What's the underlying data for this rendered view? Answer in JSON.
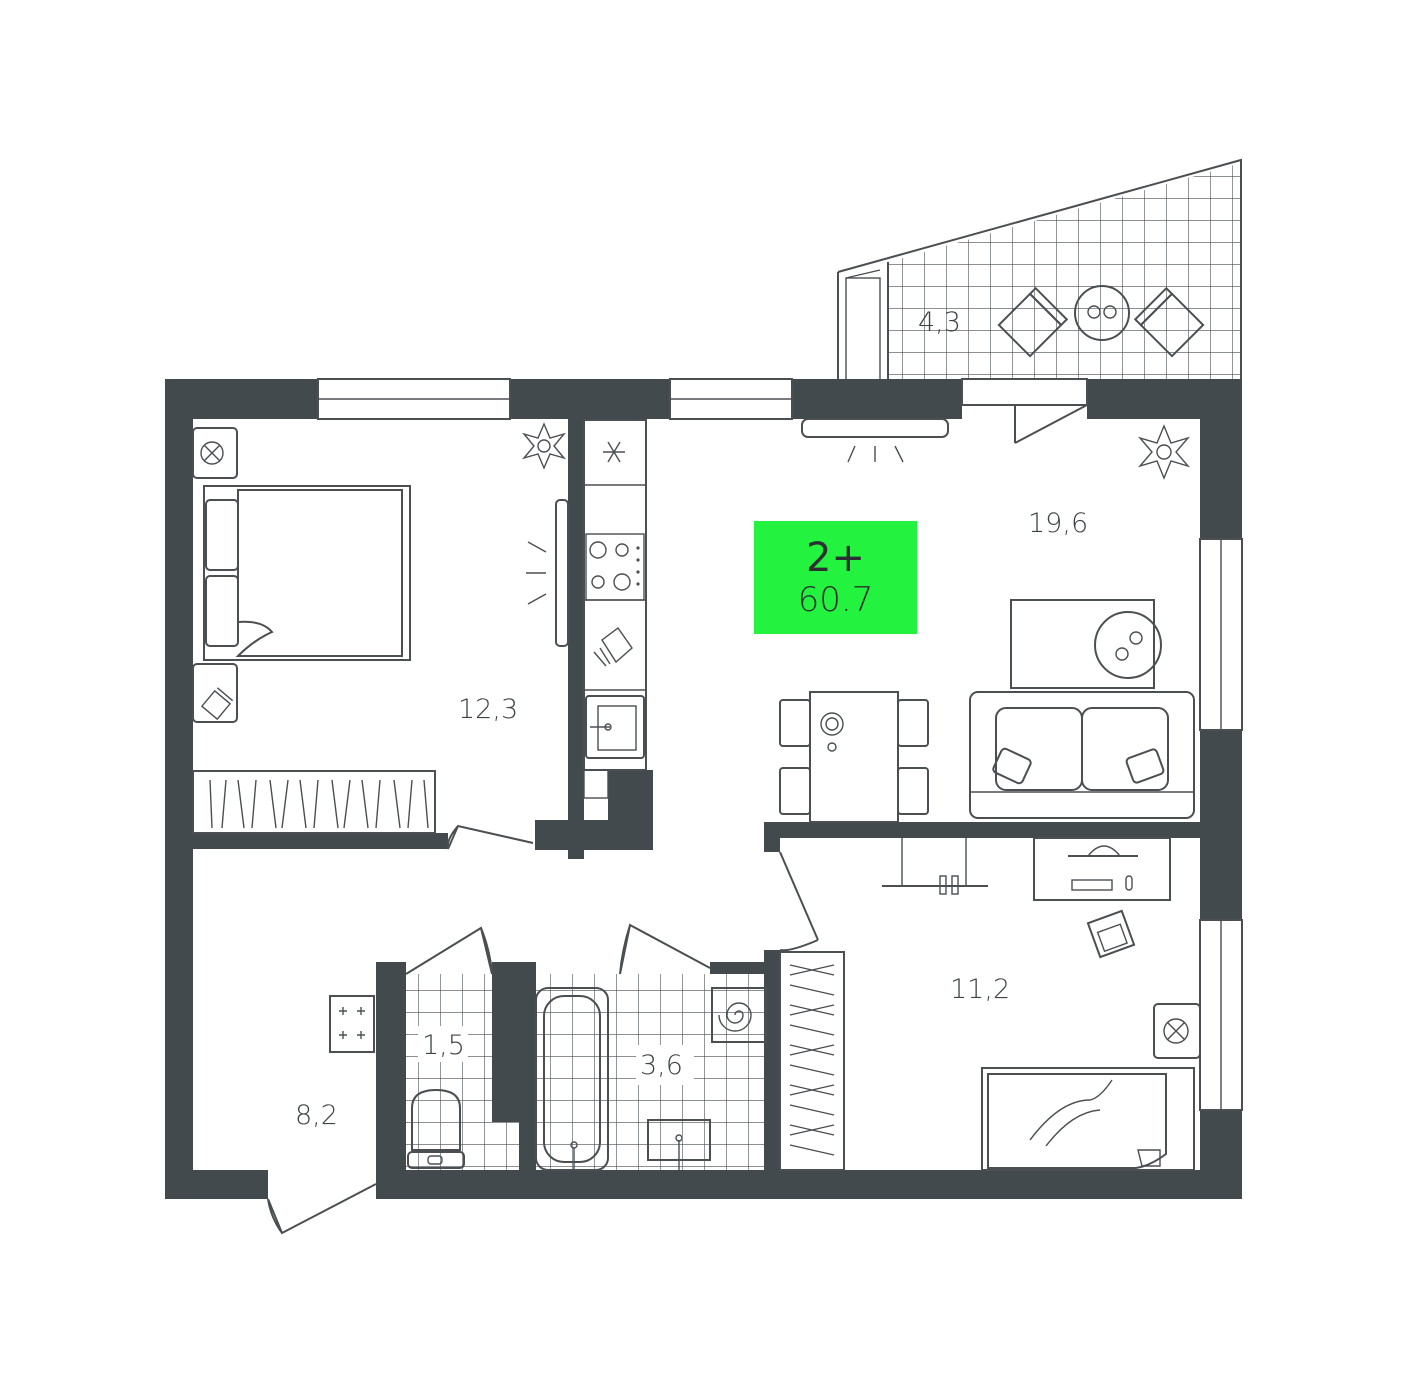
{
  "apartment": {
    "rooms": "2+",
    "area": "60.7"
  },
  "rooms": {
    "balcony": "4,3",
    "living_room": "19,6",
    "bedroom": "12,3",
    "bedroom_second": "11,2",
    "hallway": "8,2",
    "toilet": "1,5",
    "bathroom": "3,6"
  },
  "colors": {
    "wall": "#434A4D",
    "badge": "#23F23F",
    "line": "#4B4F52"
  },
  "icons": [
    "plant-icon",
    "fan-icon",
    "chair-icon",
    "snowflake-icon",
    "stove-icon",
    "sink-icon",
    "toilet-icon",
    "bathtub-icon",
    "washer-icon",
    "bed-icon",
    "sofa-icon",
    "table-icon",
    "desk-icon",
    "wardrobe-icon",
    "tv-icon",
    "electric-panel-icon"
  ]
}
